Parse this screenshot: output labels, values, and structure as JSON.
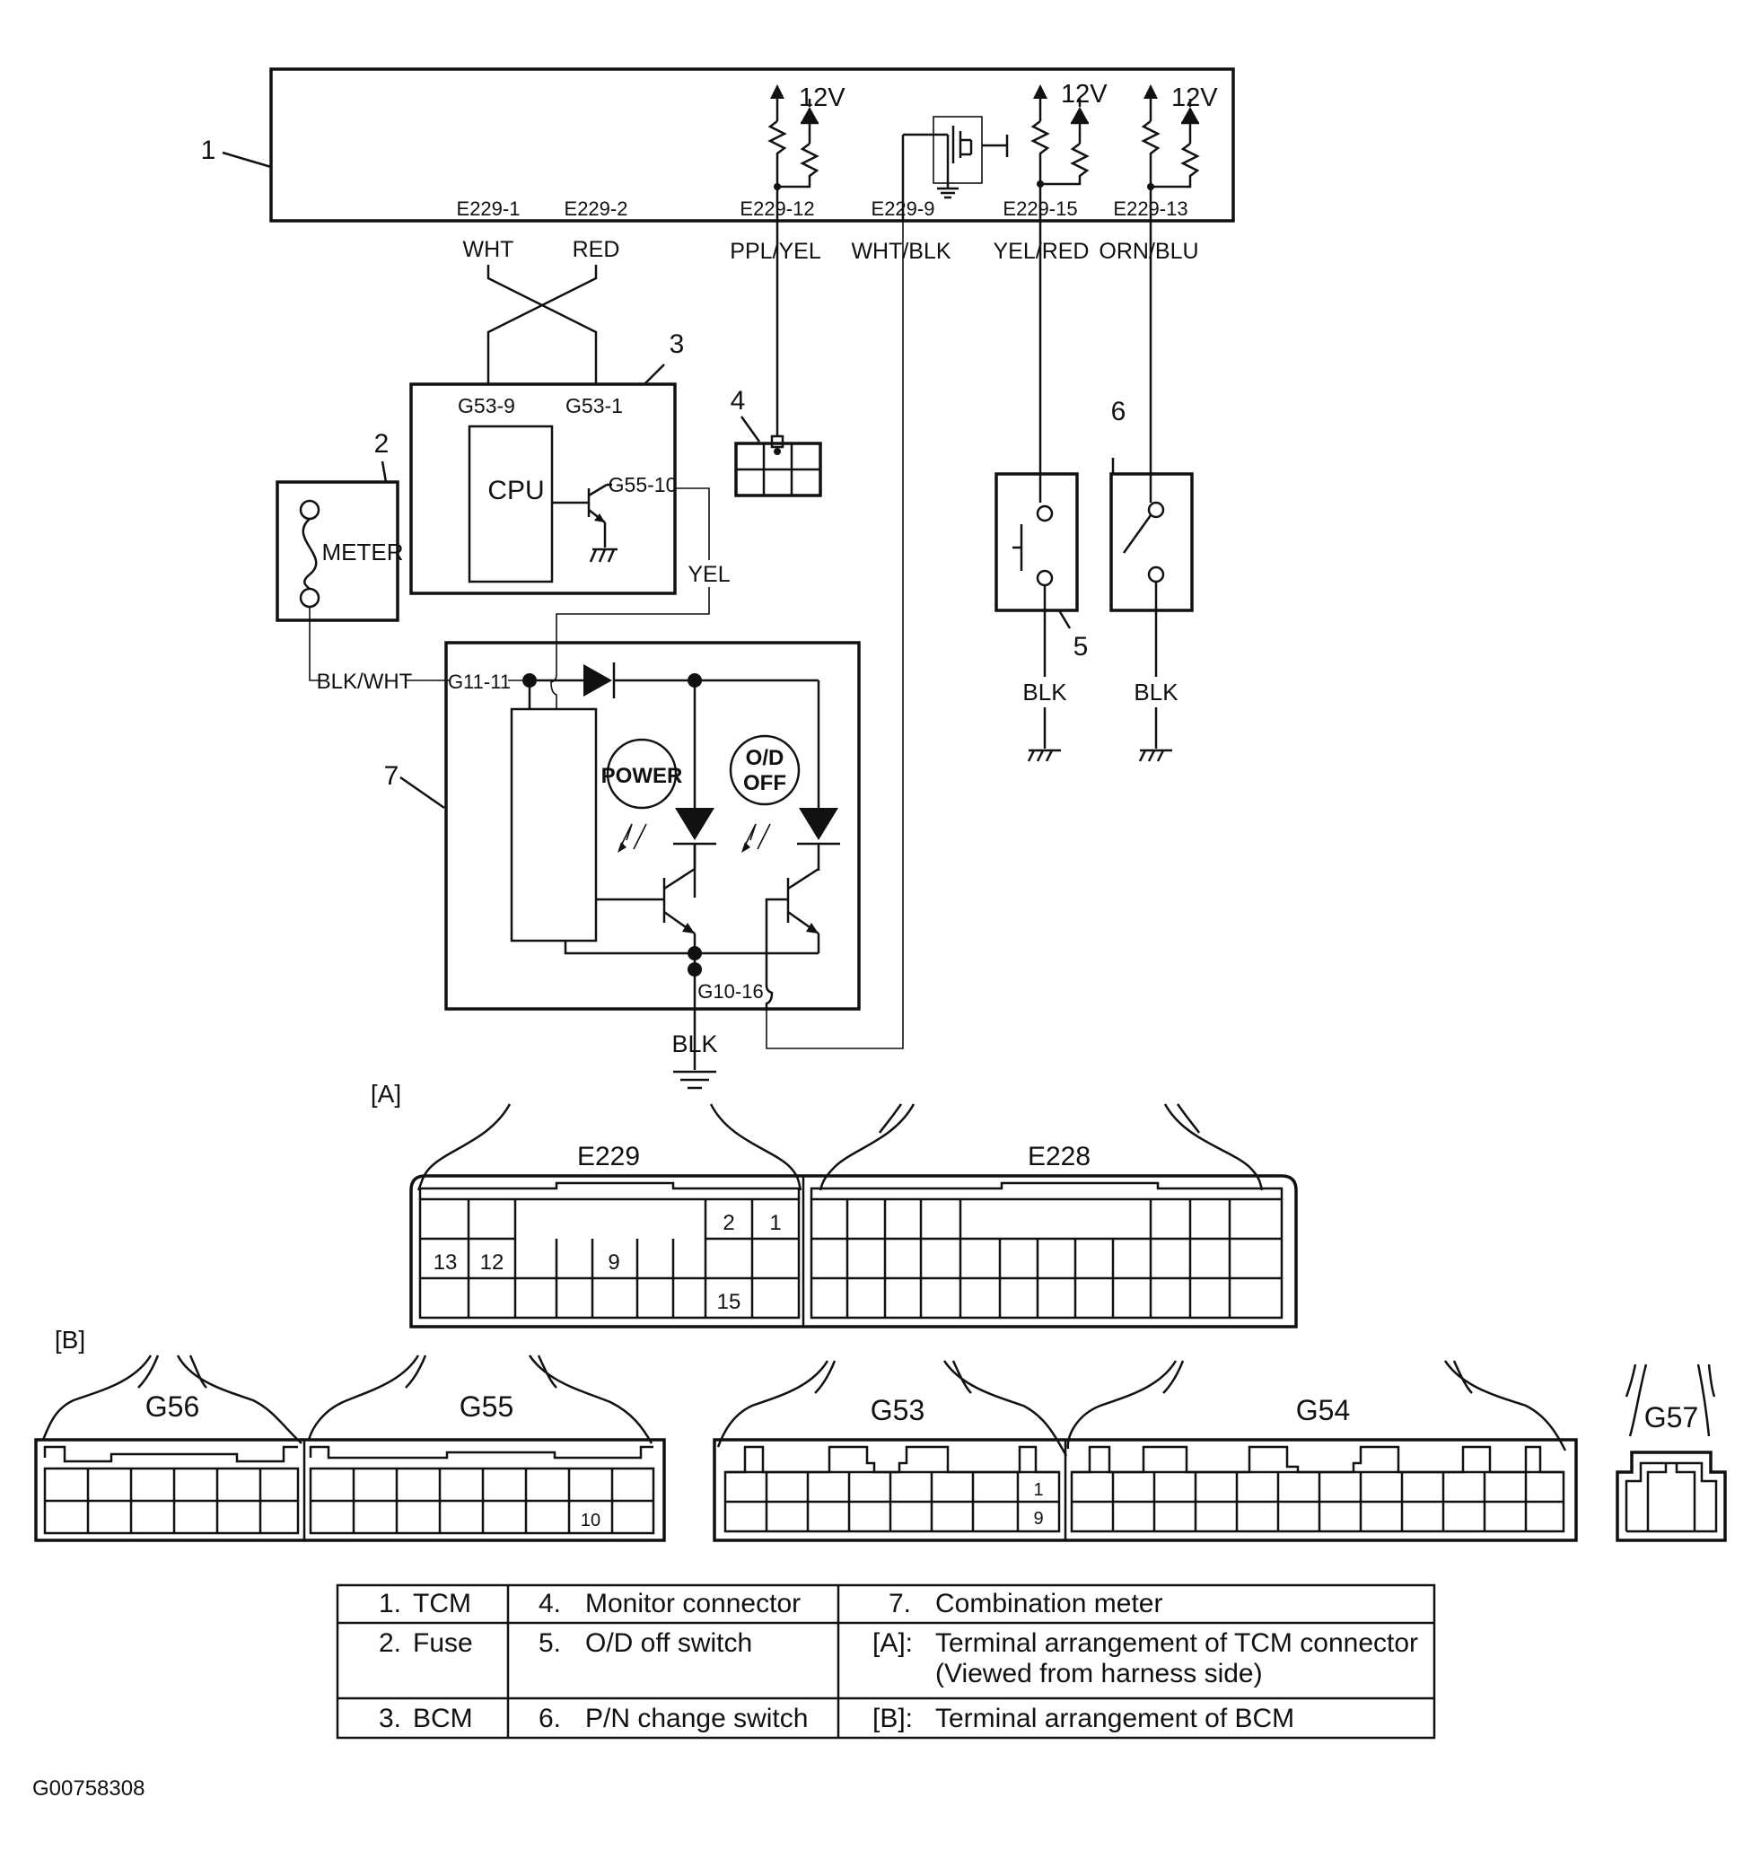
{
  "figure_id": "G00758308",
  "voltage": "12V",
  "tcm_pins": [
    "E229-1",
    "E229-2",
    "E229-12",
    "E229-9",
    "E229-15",
    "E229-13"
  ],
  "wire_colors": {
    "e229_1": "WHT",
    "e229_2": "RED",
    "e229_12": "PPL/YEL",
    "e229_9": "WHT/BLK",
    "e229_15": "YEL/RED",
    "e229_13": "ORN/BLU",
    "g55_10": "YEL",
    "g11_11": "BLK/WHT",
    "ground": "BLK",
    "sw5_ground": "BLK",
    "sw6_ground": "BLK"
  },
  "bcm": {
    "pin_9": "G53-9",
    "pin_1": "G53-1",
    "cpu": "CPU",
    "pin_out": "G55-10"
  },
  "fuse": {
    "label": "METER"
  },
  "meter": {
    "pin_in": "G11-11",
    "pin_out": "G10-16",
    "power_lamp": "POWER",
    "od_lamp_1": "O/D",
    "od_lamp_2": "OFF"
  },
  "callouts": [
    "1",
    "2",
    "3",
    "4",
    "5",
    "6",
    "7"
  ],
  "section_a": "[A]",
  "section_b": "[B]",
  "connectors": {
    "e229": "E229",
    "e228": "E228",
    "e229_pins": [
      "2",
      "1",
      "13",
      "12",
      "9",
      "15"
    ],
    "g56": "G56",
    "g55": "G55",
    "g55_pin": "10",
    "g53": "G53",
    "g53_pins": [
      "1",
      "9"
    ],
    "g54": "G54",
    "g57": "G57"
  },
  "legend": [
    [
      "1.",
      "TCM",
      "4.",
      "Monitor connector",
      "7.",
      "Combination meter",
      ""
    ],
    [
      "2.",
      "Fuse",
      "5.",
      "O/D off switch",
      "[A]:",
      "Terminal arrangement of TCM connector",
      "(Viewed from harness side)"
    ],
    [
      "3.",
      "BCM",
      "6.",
      "P/N change switch",
      "[B]:",
      "Terminal arrangement of BCM",
      ""
    ]
  ]
}
